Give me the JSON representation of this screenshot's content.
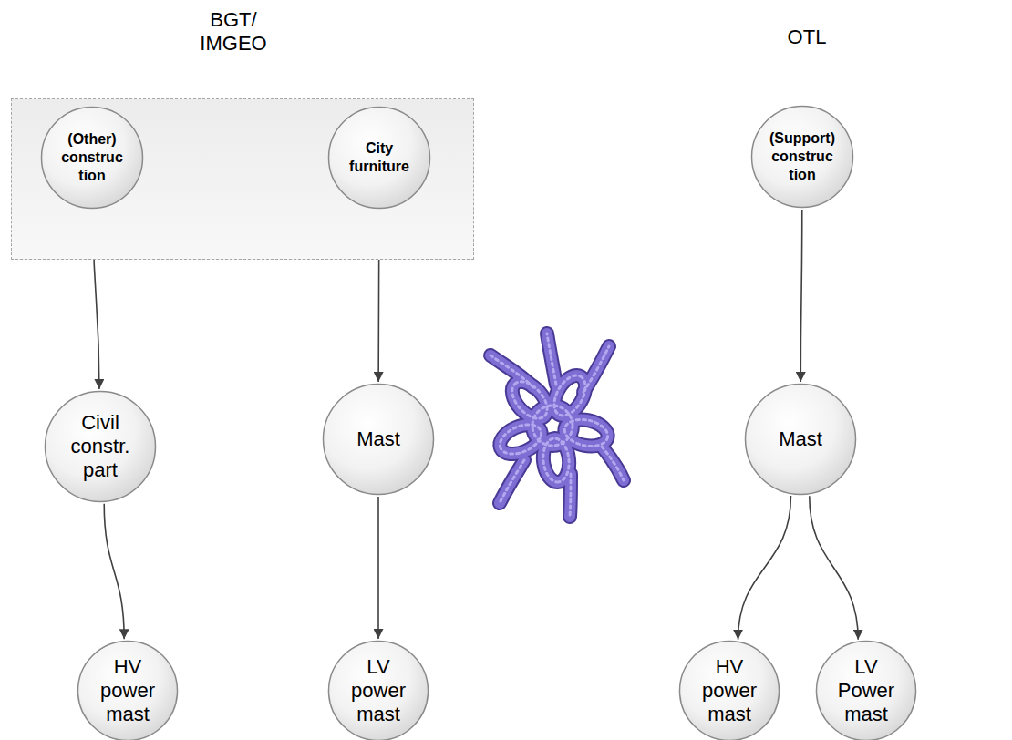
{
  "diagram": {
    "nodes": [
      {
        "text": [
          "BGT/ IMGEO"
        ]
      },
      {
        "text": [
          "(Other) construc tion"
        ],
        "in": 0
      },
      {
        "text": [
          "City furniture"
        ],
        "in": 0
      },
      {
        "text": [
          "(Support) construc tion"
        ]
      },
      {
        "text": [
          "Civil constr. part"
        ]
      },
      {
        "text": [
          "Mast"
        ]
      },
      {
        "text": [
          "Mast"
        ]
      },
      {
        "text": [
          "HV power mast"
        ]
      },
      {
        "text": [
          "LV power mast"
        ]
      },
      {
        "text": [
          "HV power mast"
        ]
      },
      {
        "text": [
          "LV Power mast"
        ]
      }
    ],
    "edges": [
      {
        "from": 1,
        "to": 4,
        "arrow": "to"
      },
      {
        "from": 4,
        "to": 7,
        "arrow": "to"
      },
      {
        "from": 2,
        "to": 5,
        "arrow": "to"
      },
      {
        "from": 5,
        "to": 8,
        "arrow": "to"
      },
      {
        "from": 3,
        "to": 6,
        "arrow": "to"
      },
      {
        "from": 6,
        "to": 9,
        "arrow": "to"
      },
      {
        "from": 6,
        "to": 10,
        "arrow": "to"
      }
    ],
    "labels": [
      "OTL"
    ]
  }
}
